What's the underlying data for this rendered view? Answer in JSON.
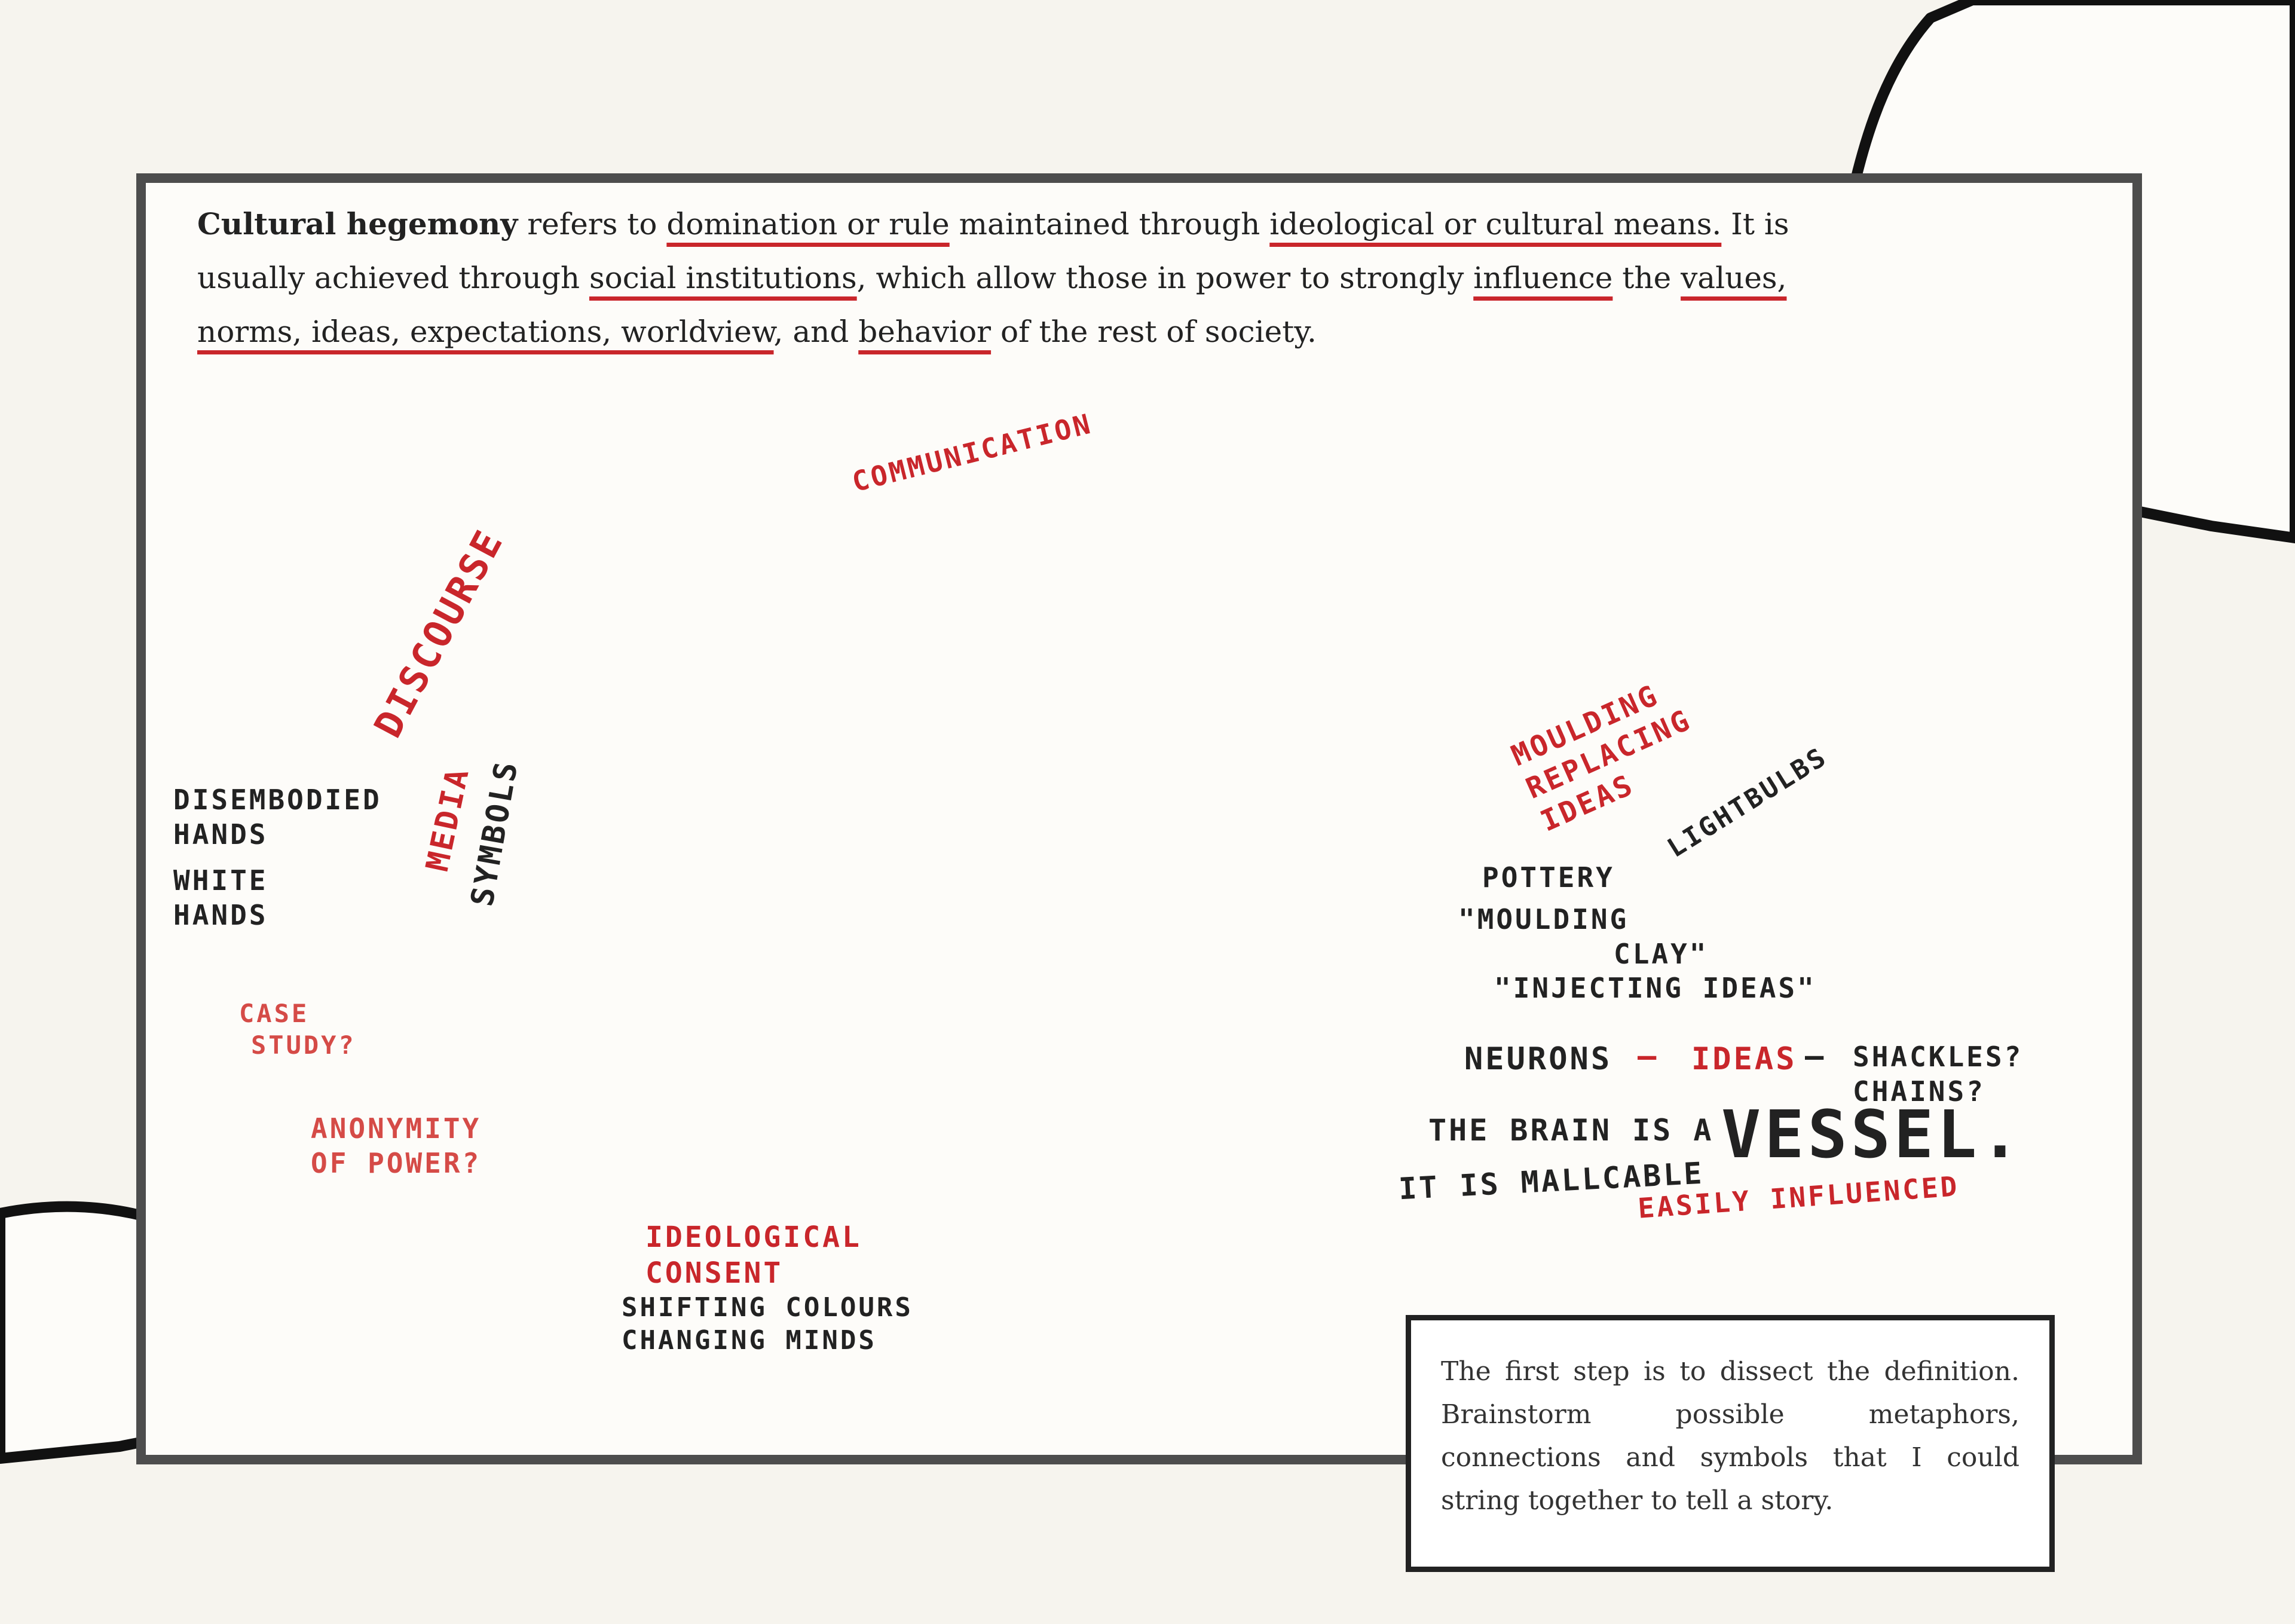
{
  "definition": {
    "term": "Cultural hegemony",
    "t1": " refers to ",
    "u1": "domination or rule",
    "t2": " maintained through ",
    "u2": "ideological or cultural means.",
    "t3": " It is usually achieved through ",
    "u3": "social institutions",
    "t4": ", which allow those in power to strongly ",
    "u4": "influence",
    "t5": " the ",
    "u5": "values, norms, ideas, expectations, worldview",
    "t6": ", and ",
    "u6": "behavior",
    "t7": " of the rest of society."
  },
  "labels": {
    "communication": "Communication",
    "discourse": "Discourse",
    "media": "Media",
    "symbols": "Symbols",
    "moulding": "Moulding",
    "replacing": "Replacing",
    "ideas": "Ideas",
    "lightbulbs": "Lightbulbs",
    "disembodied": "Disembodied",
    "hands1": "Hands",
    "white": "White",
    "hands2": "Hands",
    "case": "Case",
    "study": "Study?",
    "anonymity": "Anonymity",
    "of_power": "Of Power?",
    "pottery": "Pottery",
    "moulding_q": "\"Moulding",
    "clay": "Clay\"",
    "injecting": "\"Injecting Ideas\"",
    "neurons": "Neurons",
    "dash1": "—",
    "ideas2": "Ideas",
    "dash2": "—",
    "shackles": "Shackles?",
    "chains": "Chains?",
    "brain": "The Brain is a",
    "vessel": "Vessel.",
    "malleable": "It is Mallcable",
    "easily": "Easily Influenced",
    "ideological": "Ideological",
    "consent": "Consent",
    "shifting": "Shifting Colours",
    "changing": "Changing Minds"
  },
  "note": "The first step is to dissect the definition. Brainstorm possible metaphors, connections and symbols that I could string together to tell a story.",
  "colors": {
    "red": "#c9262b",
    "blue_light": "#cfe4f6",
    "blue_dark": "#2f3f9a",
    "skin": "#f7dcc0",
    "frame": "#4d4d4d"
  }
}
